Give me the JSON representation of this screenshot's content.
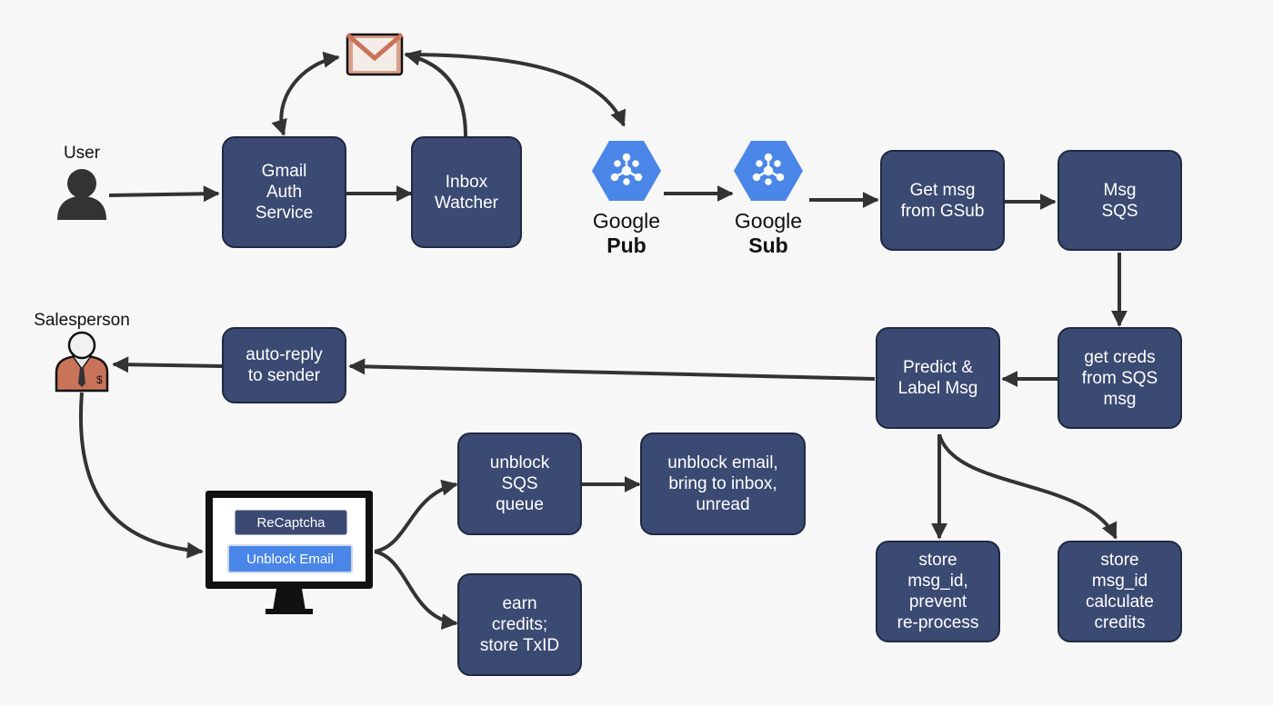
{
  "actors": {
    "user": "User",
    "salesperson": "Salesperson"
  },
  "nodes": {
    "gmail_auth": "Gmail\nAuth\nService",
    "inbox_watcher": "Inbox\nWatcher",
    "get_msg": "Get msg\nfrom GSub",
    "msg_sqs": "Msg\nSQS",
    "get_creds": "get creds\nfrom SQS\nmsg",
    "predict": "Predict &\nLabel Msg",
    "auto_reply": "auto-reply\nto sender",
    "store_prevent": "store\nmsg_id,\nprevent\nre-process",
    "store_credits": "store\nmsg_id\ncalculate\ncredits",
    "unblock_sqs": "unblock\nSQS\nqueue",
    "unblock_email": "unblock email,\nbring to inbox,\nunread",
    "earn_credits": "earn\ncredits;\nstore TxID"
  },
  "google": {
    "pub_line1": "Google",
    "pub_line2": "Pub",
    "sub_line1": "Google",
    "sub_line2": "Sub"
  },
  "monitor": {
    "recaptcha": "ReCaptcha",
    "unblock_button": "Unblock Email"
  },
  "icons": {
    "mail": "gmail-envelope-icon",
    "pubsub": "pubsub-hexagon-icon",
    "user": "user-icon",
    "salesperson": "salesperson-icon",
    "monitor": "monitor-icon"
  },
  "colors": {
    "box_fill": "#3b4a72",
    "arrow": "#333333",
    "pubsub_blue": "#4a86e8",
    "accent_button": "#4a86e8"
  }
}
